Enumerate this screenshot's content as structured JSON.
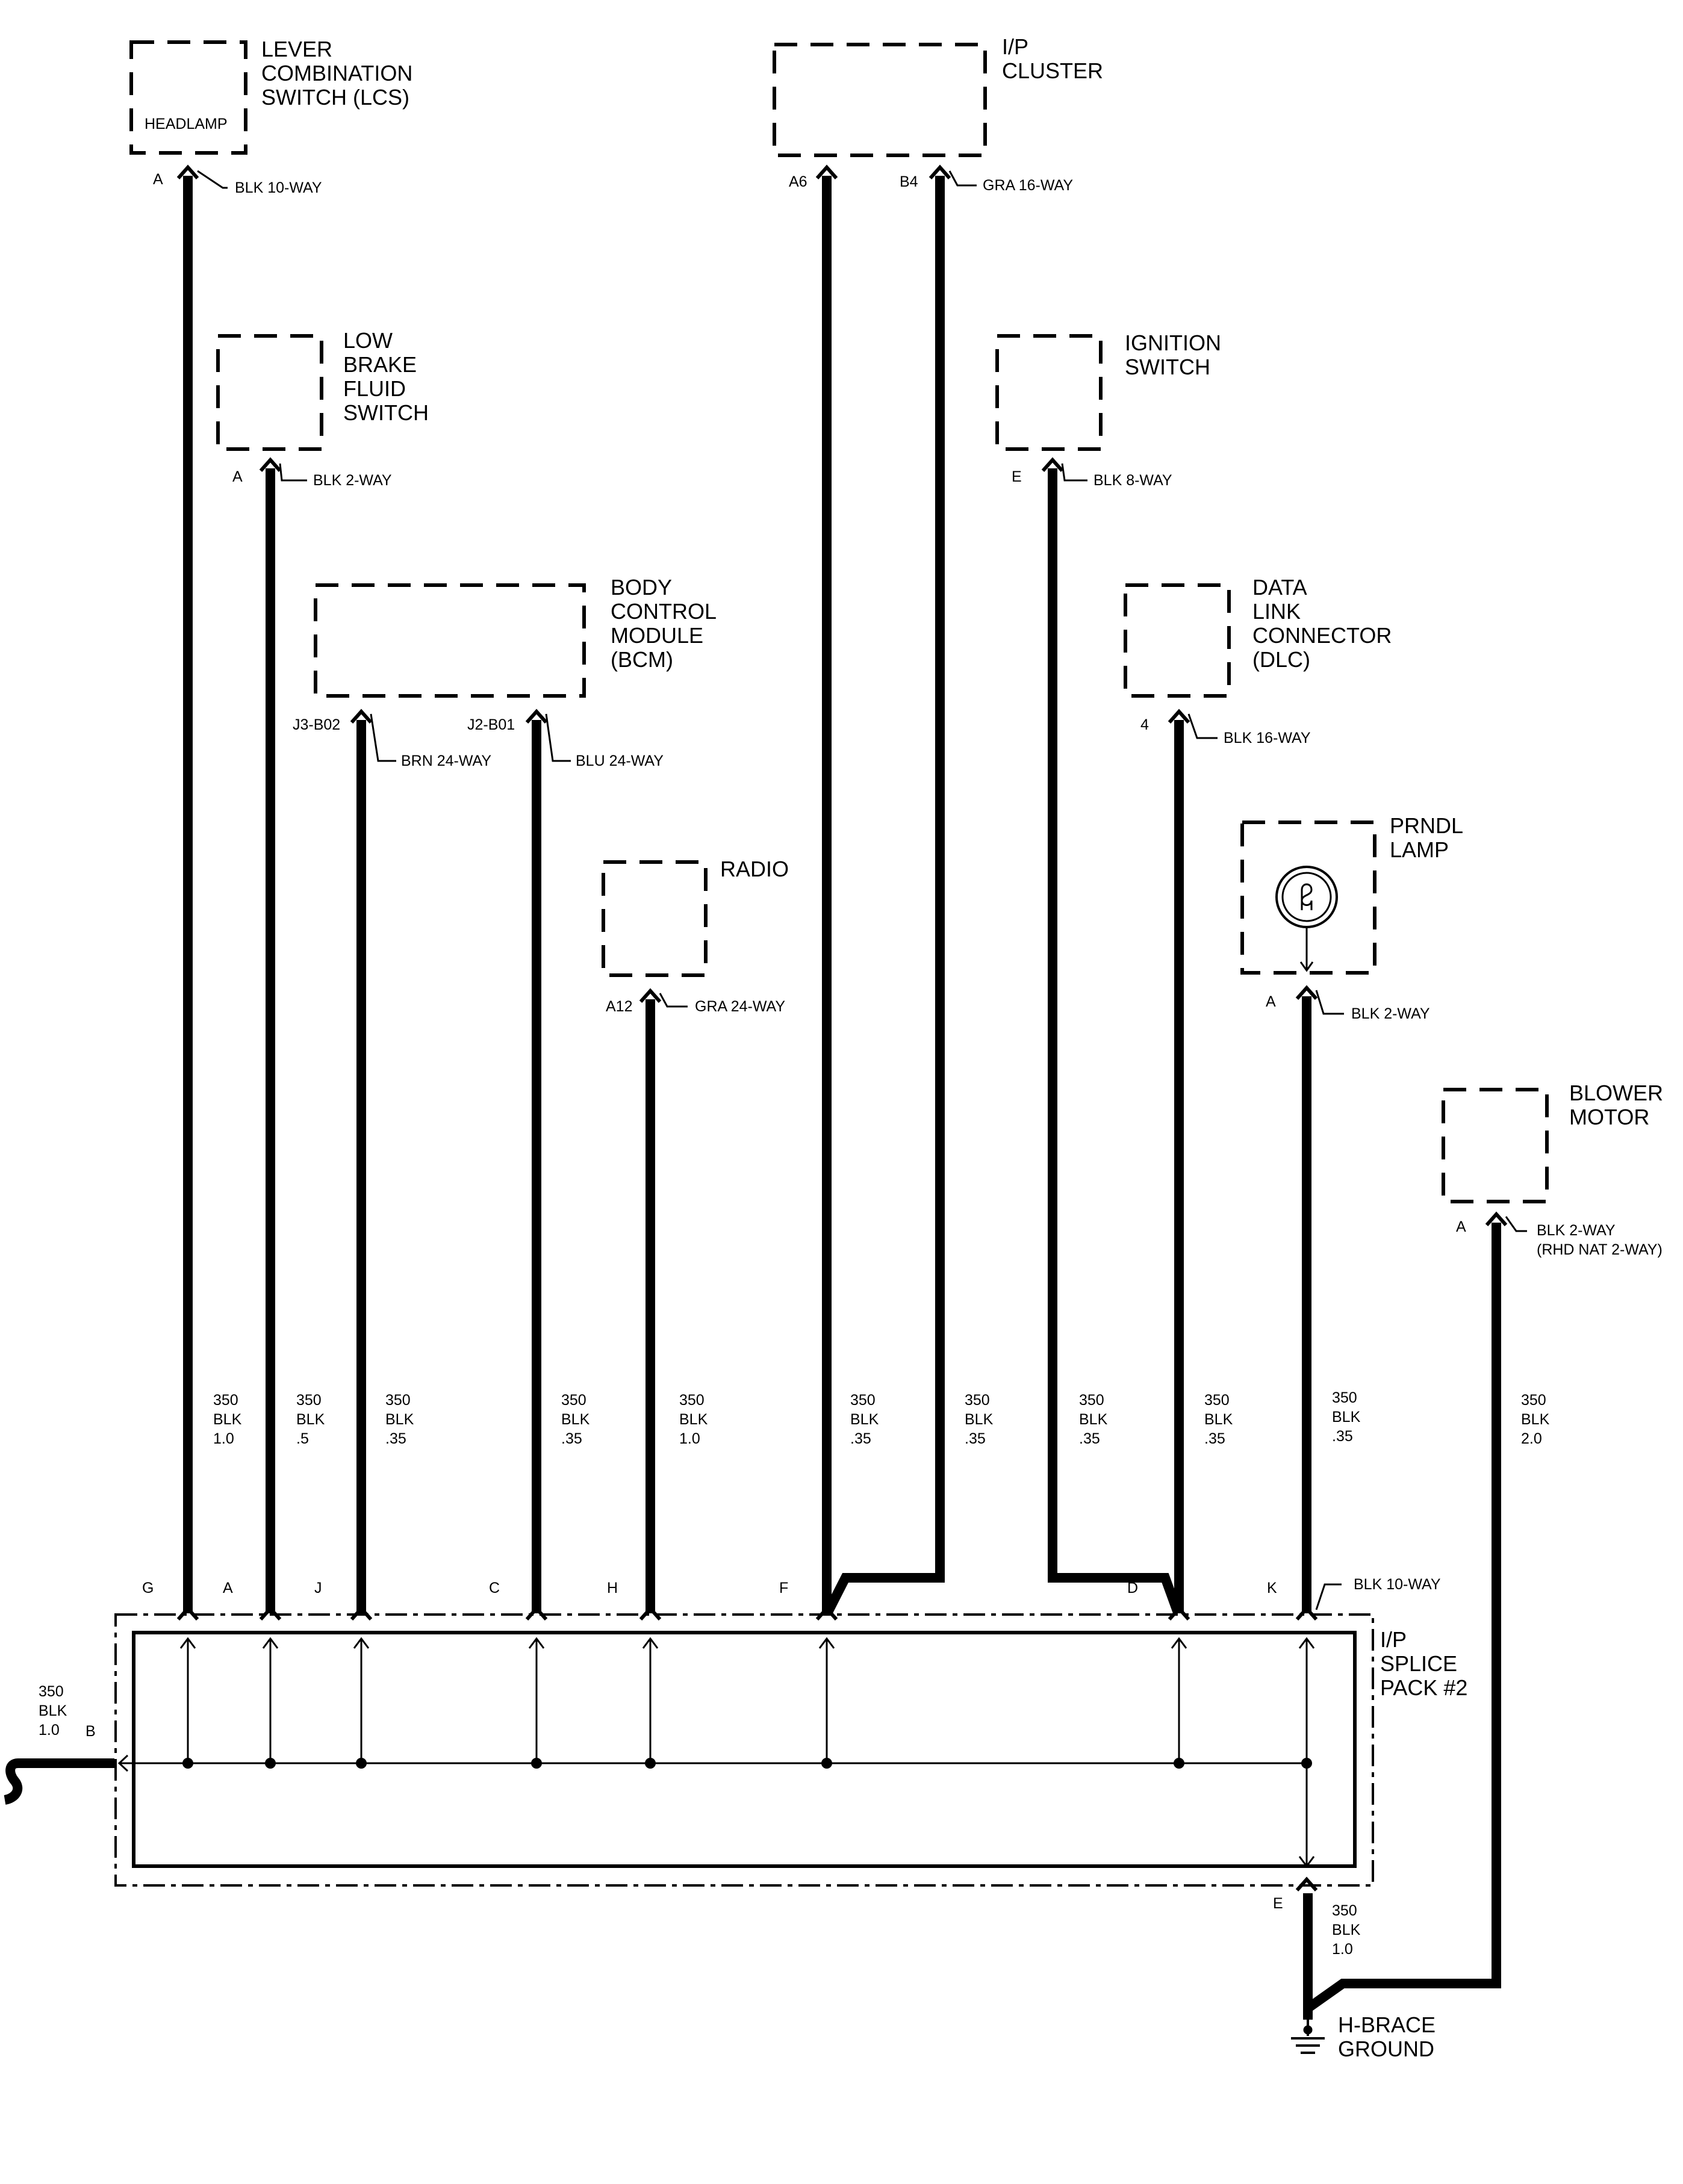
{
  "components": {
    "lcs": {
      "lines": [
        "LEVER",
        "COMBINATION",
        "SWITCH (LCS)"
      ],
      "inner_label": "HEADLAMP",
      "pin": "A",
      "connector": "BLK 10-WAY"
    },
    "ip_cluster": {
      "lines": [
        "I/P",
        "CLUSTER"
      ],
      "pins": [
        "A6",
        "B4"
      ],
      "connector": "GRA 16-WAY"
    },
    "low_brake": {
      "lines": [
        "LOW",
        "BRAKE",
        "FLUID",
        "SWITCH"
      ],
      "pin": "A",
      "connector": "BLK 2-WAY"
    },
    "ignition": {
      "lines": [
        "IGNITION",
        "SWITCH"
      ],
      "pin": "E",
      "connector": "BLK 8-WAY"
    },
    "bcm": {
      "lines": [
        "BODY",
        "CONTROL",
        "MODULE",
        "(BCM)"
      ],
      "pins": [
        "J3-B02",
        "J2-B01"
      ],
      "connectors": [
        "BRN 24-WAY",
        "BLU 24-WAY"
      ]
    },
    "dlc": {
      "lines": [
        "DATA",
        "LINK",
        "CONNECTOR",
        "(DLC)"
      ],
      "pin": "4",
      "connector": "BLK 16-WAY"
    },
    "radio": {
      "lines": [
        "RADIO"
      ],
      "pin": "A12",
      "connector": "GRA 24-WAY"
    },
    "prndl": {
      "lines": [
        "PRNDL",
        "LAMP"
      ],
      "pin": "A",
      "connector": "BLK 2-WAY"
    },
    "blower": {
      "lines": [
        "BLOWER",
        "MOTOR"
      ],
      "pin": "A",
      "connector": "BLK 2-WAY",
      "connector_note": "(RHD NAT 2-WAY)"
    }
  },
  "wires": [
    {
      "lines": [
        "350",
        "BLK",
        "1.0"
      ]
    },
    {
      "lines": [
        "350",
        "BLK",
        ".5"
      ]
    },
    {
      "lines": [
        "350",
        "BLK",
        ".35"
      ]
    },
    {
      "lines": [
        "350",
        "BLK",
        ".35"
      ]
    },
    {
      "lines": [
        "350",
        "BLK",
        "1.0"
      ]
    },
    {
      "lines": [
        "350",
        "BLK",
        ".35"
      ]
    },
    {
      "lines": [
        "350",
        "BLK",
        ".35"
      ]
    },
    {
      "lines": [
        "350",
        "BLK",
        ".35"
      ]
    },
    {
      "lines": [
        "350",
        "BLK",
        ".35"
      ]
    },
    {
      "lines": [
        "350",
        "BLK",
        ".35"
      ]
    },
    {
      "lines": [
        "350",
        "BLK",
        "2.0"
      ]
    }
  ],
  "splice_pack": {
    "lines": [
      "I/P",
      "SPLICE",
      "PACK #2"
    ],
    "pins": [
      "G",
      "A",
      "J",
      "C",
      "H",
      "F",
      "D",
      "K"
    ],
    "connector": "BLK 10-WAY",
    "left_pin": "B",
    "left_wire": [
      "350",
      "BLK",
      "1.0"
    ],
    "bottom_pin": "E",
    "bottom_wire": [
      "350",
      "BLK",
      "1.0"
    ]
  },
  "ground": {
    "lines": [
      "H-BRACE",
      "GROUND"
    ]
  }
}
